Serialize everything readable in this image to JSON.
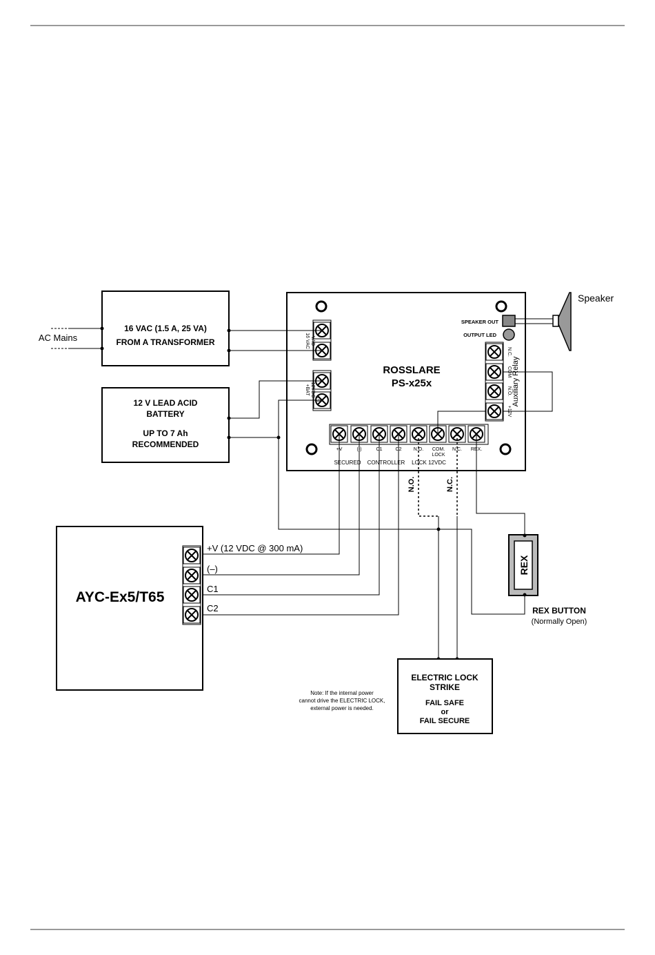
{
  "left_box": {
    "ac_mains": "AC Mains",
    "transformer_line1": "16 VAC (1.5 A, 25 VA)",
    "transformer_line2": "FROM A TRANSFORMER",
    "battery_line1": "12 V LEAD ACID",
    "battery_line2": "BATTERY",
    "battery_line3": "UP TO 7 Ah",
    "battery_line4": "RECOMMENDED"
  },
  "board": {
    "title_line1": "ROSSLARE",
    "title_line2": "PS-x25x",
    "vac_label_a": "16 VAC",
    "vac_label_b": "VAC",
    "bat_label_a": "+BAT",
    "bat_label_b": "12VDC",
    "bat_label_c": "(-)",
    "speaker_out": "SPEAKER OUT",
    "output_led": "OUTPUT LED",
    "aux_relay": "Auxiliary Relay",
    "aux_terms": [
      "N.C.",
      "COM",
      "N.O.",
      "+12V"
    ],
    "bottom_terms": [
      "+V",
      "(-)",
      "C1",
      "C2",
      "N.O.",
      "COM.",
      "N.C.",
      "REX."
    ],
    "com_lock": "LOCK",
    "secured": "SECURED",
    "controller": "CONTROLLER",
    "lock_12vdc": "LOCK 12VDC"
  },
  "speaker": {
    "label": "Speaker"
  },
  "lock_wires": {
    "no": "N.O.",
    "nc": "N.C."
  },
  "controller": {
    "name": "AYC-Ex5/T65",
    "terms": [
      "+V (12 VDC @ 300 mA)",
      "(–)",
      "C1",
      "C2"
    ]
  },
  "rex": {
    "label": "REX",
    "button": "REX BUTTON",
    "button_sub": "(Normally Open)"
  },
  "lock": {
    "line1": "ELECTRIC LOCK",
    "line2": "STRIKE",
    "line3": "FAIL SAFE",
    "line4": "or",
    "line5": "FAIL SECURE"
  },
  "note": {
    "line1": "Note: If the internal power",
    "line2": "cannot drive the ELECTRIC LOCK,",
    "line3": "external power is needed."
  }
}
